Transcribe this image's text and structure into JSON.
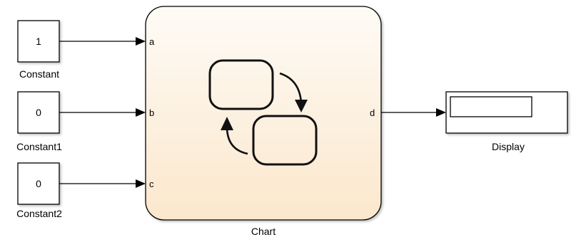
{
  "constants": [
    {
      "value": "1",
      "label": "Constant"
    },
    {
      "value": "0",
      "label": "Constant1"
    },
    {
      "value": "0",
      "label": "Constant2"
    }
  ],
  "chart": {
    "label": "Chart",
    "inputs": [
      "a",
      "b",
      "c"
    ],
    "output": "d"
  },
  "display": {
    "label": "Display"
  },
  "colors": {
    "chart_fill_top": "#fefbf6",
    "chart_fill_bottom": "#fbe7cc",
    "line": "#000000"
  }
}
